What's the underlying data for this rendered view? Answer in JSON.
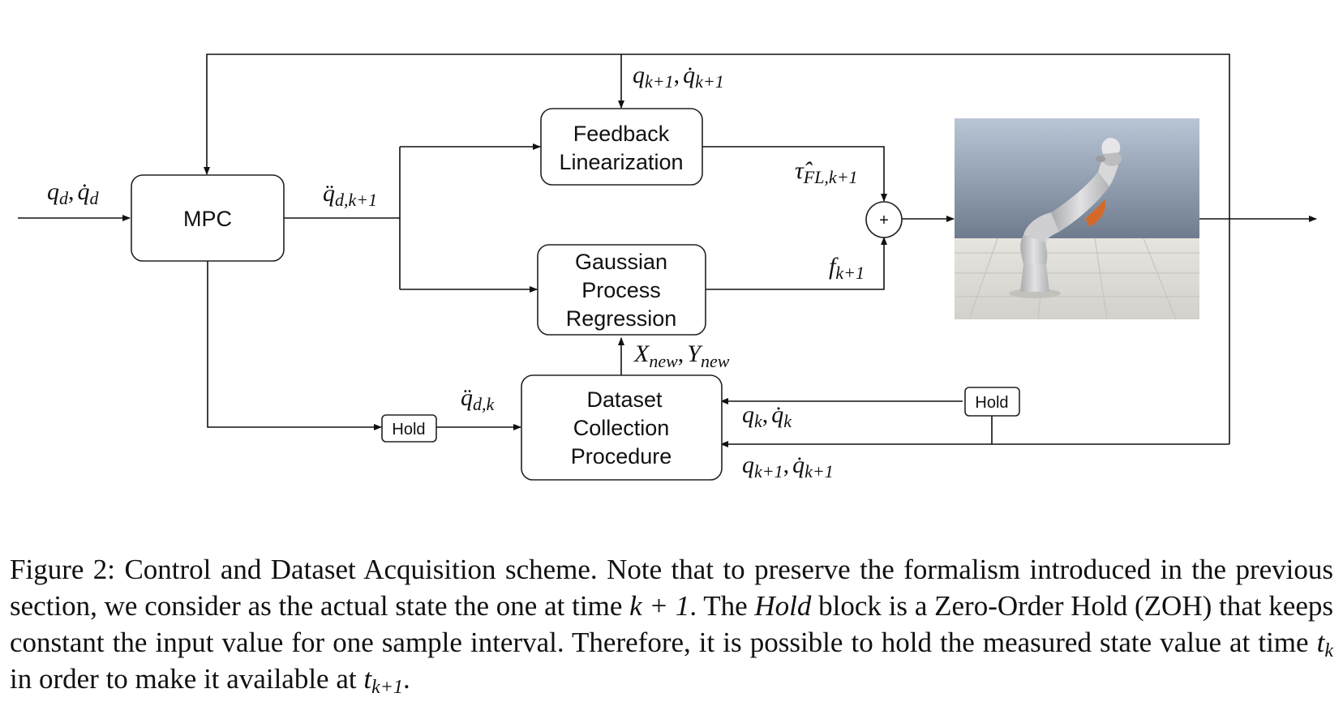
{
  "blocks": {
    "mpc": "MPC",
    "feedback_line1": "Feedback",
    "feedback_line2": "Linearization",
    "gpr_line1": "Gaussian",
    "gpr_line2": "Process",
    "gpr_line3": "Regression",
    "dataset_line1": "Dataset",
    "dataset_line2": "Collection",
    "dataset_line3": "Procedure",
    "hold_left": "Hold",
    "hold_right": "Hold",
    "sum_sign": "+"
  },
  "signals": {
    "q": "q",
    "qdot": "q̇",
    "qddot": "q̈",
    "sub_d": "d",
    "sub_dk1": "d,k+1",
    "sub_dk": "d,k",
    "sub_k1": "k+1",
    "sub_k": "k",
    "sub_fl": "FL,k+1",
    "tau_hat": "τ̂",
    "f": "f",
    "X": "X",
    "Y": "Y",
    "sub_new": "new",
    "comma": ","
  },
  "caption": {
    "label": "Figure 2:",
    "part1": " Control and Dataset Acquisition scheme. Note that to preserve the formalism introduced in the previous section, we consider as the actual state the one at time ",
    "k_plus_one": "k + 1",
    "part2": ". The ",
    "hold_word": "Hold",
    "part3": " block is a Zero-Order Hold (ZOH) that keeps constant the input value for one sample interval. Therefore, it is possible to hold the measured state value at time ",
    "t": "t",
    "sub_k": "k",
    "part4": " in order to make it available at ",
    "sub_k1": "k+1",
    "part5": "."
  },
  "colors": {
    "sky_top": "#b9c6d6",
    "sky_bottom": "#6f7c8e",
    "floor": "#dcdcd8",
    "robot": "#d4d4d6",
    "robot_accent": "#d46a2a"
  }
}
